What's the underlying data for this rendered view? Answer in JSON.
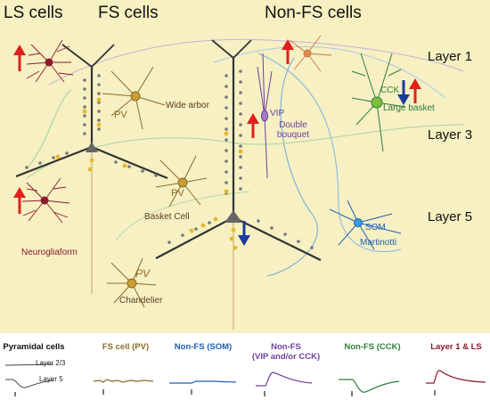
{
  "headers": {
    "ls": "LS cells",
    "fs": "FS cells",
    "nonfs": "Non-FS cells"
  },
  "layers": {
    "l1": "Layer 1",
    "l3": "Layer 3",
    "l5": "Layer 5"
  },
  "cells": {
    "pv_wide": "PV",
    "wide_arbor": "Wide arbor",
    "pv_basket": "PV",
    "basket": "Basket Cell",
    "pv_chandelier": "PV",
    "chandelier": "Chandelier",
    "neurogliaform": "Neurogliaform",
    "vip": "VIP",
    "double_bouquet": "Double\nbouquet",
    "cck": "CCK",
    "large_basket": "Large basket",
    "som": "SOM",
    "martinotti": "Martinotti"
  },
  "traces": {
    "pyramidal": "Pyramidal cells",
    "layer23": "Layer 2/3",
    "layer5": "Layer 5",
    "fs_pv": "FS cell (PV)",
    "nonfs_som": "Non-FS (SOM)",
    "nonfs_vip": "Non-FS\n(VIP and/or CCK)",
    "nonfs_cck": "Non-FS (CCK)",
    "layer1_ls": "Layer 1 & LS"
  },
  "colors": {
    "panel": "#f6f0c2",
    "pv": "#8a6b2a",
    "som": "#1f5fb5",
    "vip": "#6e3f9e",
    "cck": "#2e7d3a",
    "ls": "#8b1a2b",
    "up_arrow": "#e0201b",
    "down_arrow": "#1a3a9c"
  }
}
